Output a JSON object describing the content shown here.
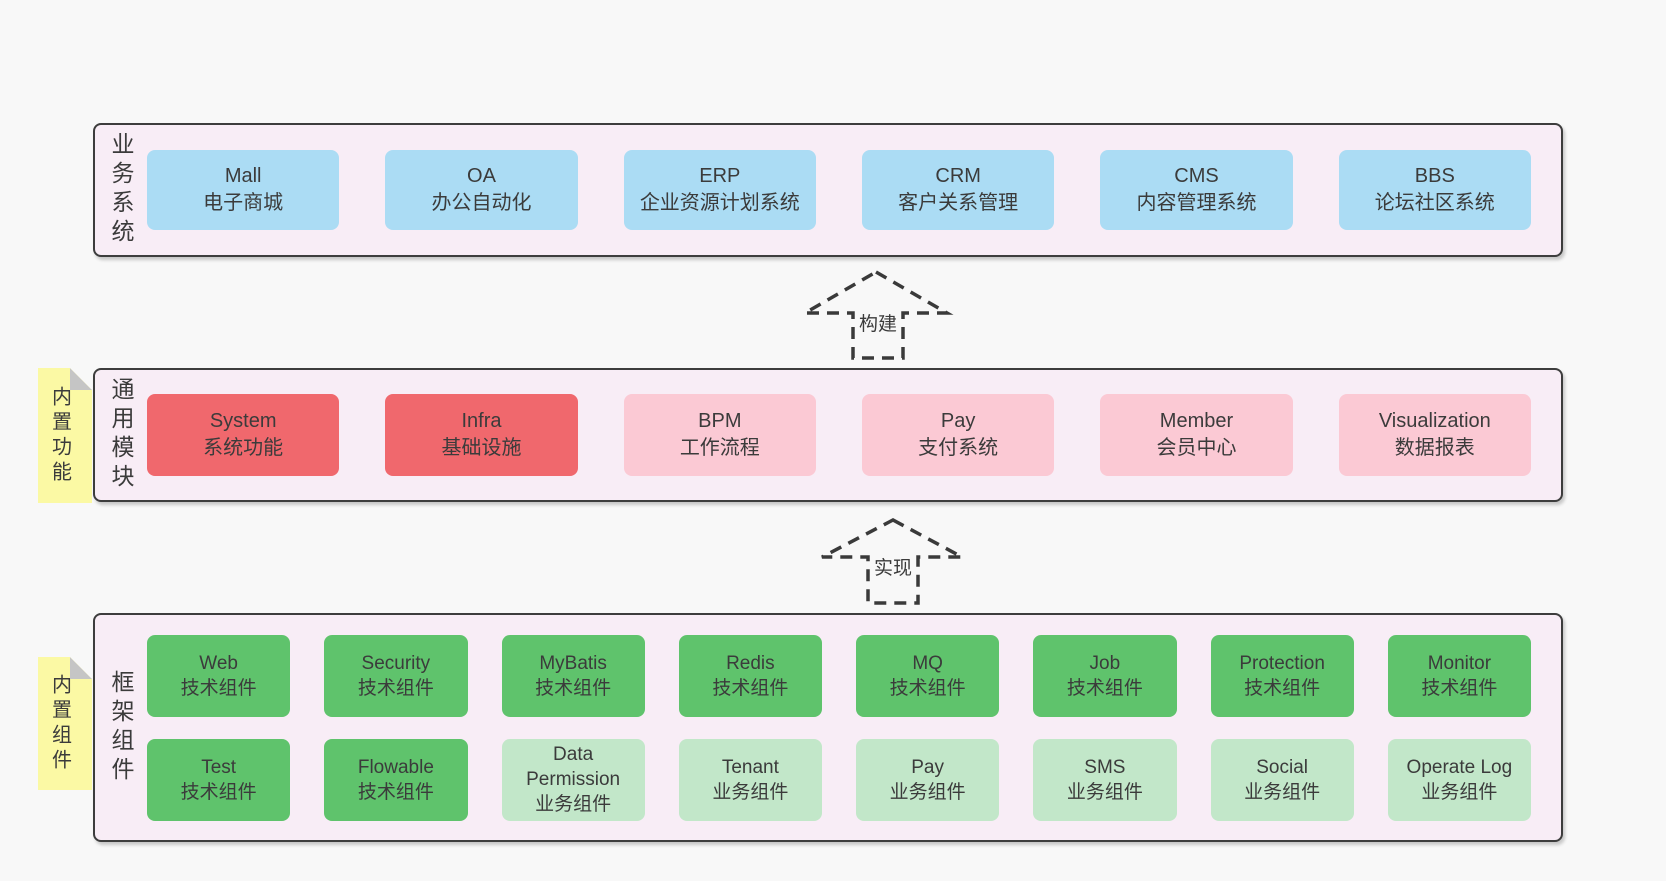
{
  "colors": {
    "background": "#f8f8f8",
    "layer_fill": "#f8edf6",
    "layer_border": "#3d3d3d",
    "blue_box": "#abdcf4",
    "red_box": "#f0686d",
    "pink_box": "#fbc9d4",
    "green_box": "#5fc36c",
    "light_green_box": "#c2e7c9",
    "note_fill": "#fbf9a4",
    "note_fold": "#c5c5c5",
    "text": "#3b3b3b"
  },
  "arrows": [
    {
      "label": "构建"
    },
    {
      "label": "实现"
    }
  ],
  "layers": [
    {
      "label": "业务系统",
      "boxes": [
        {
          "title": "Mall",
          "subtitle": "电子商城"
        },
        {
          "title": "OA",
          "subtitle": "办公自动化"
        },
        {
          "title": "ERP",
          "subtitle": "企业资源计划系统"
        },
        {
          "title": "CRM",
          "subtitle": "客户关系管理"
        },
        {
          "title": "CMS",
          "subtitle": "内容管理系统"
        },
        {
          "title": "BBS",
          "subtitle": "论坛社区系统"
        }
      ]
    },
    {
      "label": "通用模块",
      "note": "内置功能",
      "boxes": [
        {
          "title": "System",
          "subtitle": "系统功能",
          "variant": "red"
        },
        {
          "title": "Infra",
          "subtitle": "基础设施",
          "variant": "red"
        },
        {
          "title": "BPM",
          "subtitle": "工作流程",
          "variant": "pink"
        },
        {
          "title": "Pay",
          "subtitle": "支付系统",
          "variant": "pink"
        },
        {
          "title": "Member",
          "subtitle": "会员中心",
          "variant": "pink"
        },
        {
          "title": "Visualization",
          "subtitle": "数据报表",
          "variant": "pink"
        }
      ]
    },
    {
      "label": "框架组件",
      "note": "内置组件",
      "rows": [
        [
          {
            "title": "Web",
            "subtitle": "技术组件",
            "variant": "green"
          },
          {
            "title": "Security",
            "subtitle": "技术组件",
            "variant": "green"
          },
          {
            "title": "MyBatis",
            "subtitle": "技术组件",
            "variant": "green"
          },
          {
            "title": "Redis",
            "subtitle": "技术组件",
            "variant": "green"
          },
          {
            "title": "MQ",
            "subtitle": "技术组件",
            "variant": "green"
          },
          {
            "title": "Job",
            "subtitle": "技术组件",
            "variant": "green"
          },
          {
            "title": "Protection",
            "subtitle": "技术组件",
            "variant": "green"
          },
          {
            "title": "Monitor",
            "subtitle": "技术组件",
            "variant": "green"
          }
        ],
        [
          {
            "title": "Test",
            "subtitle": "技术组件",
            "variant": "green"
          },
          {
            "title": "Flowable",
            "subtitle": "技术组件",
            "variant": "green"
          },
          {
            "title": "Data Permission",
            "subtitle": "业务组件",
            "variant": "lightgreen"
          },
          {
            "title": "Tenant",
            "subtitle": "业务组件",
            "variant": "lightgreen"
          },
          {
            "title": "Pay",
            "subtitle": "业务组件",
            "variant": "lightgreen"
          },
          {
            "title": "SMS",
            "subtitle": "业务组件",
            "variant": "lightgreen"
          },
          {
            "title": "Social",
            "subtitle": "业务组件",
            "variant": "lightgreen"
          },
          {
            "title": "Operate Log",
            "subtitle": "业务组件",
            "variant": "lightgreen"
          }
        ]
      ]
    }
  ]
}
